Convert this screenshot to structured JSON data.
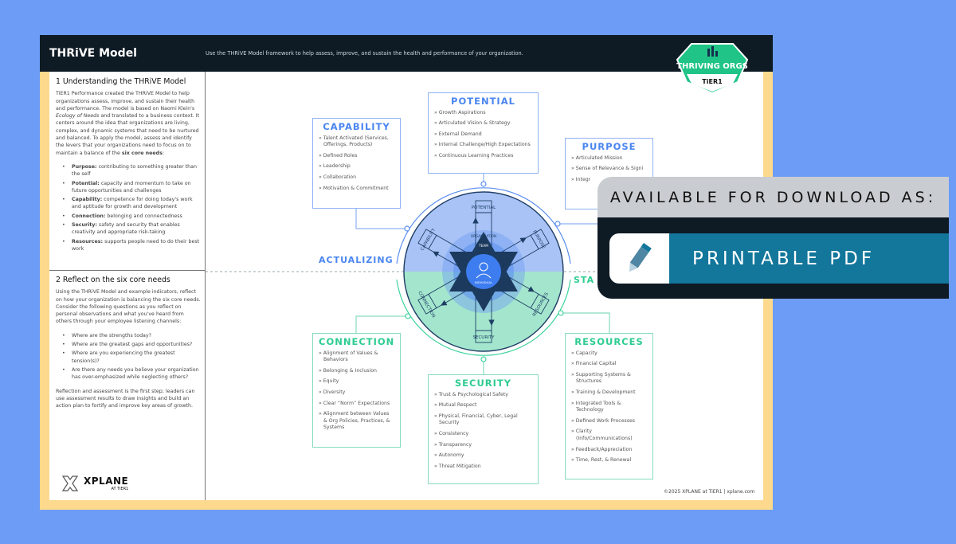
{
  "header": {
    "title": "THRiVE Model",
    "subtitle": "Use the THRiVE Model framework to help assess, improve, and sustain the health and performance of your organization."
  },
  "badge": {
    "line1": "THRIVING ORGS",
    "line2": "TiER1"
  },
  "section1": {
    "heading": "1   Understanding the THRiVE Model",
    "intro_a": "TiER1 Performance created the THRiVE Model to help organizations assess, improve, and sustain their health and performance. The model is based on Naomi Klein's ",
    "intro_em": "Ecology of Needs",
    "intro_b": " and translated to a business context. It centers around the idea that organizations are living, complex, and dynamic systems that need to be nurtured and balanced. To apply the model, assess and identify the levers that your organizations need to focus on to maintain a balance of the ",
    "intro_strong": "six core needs",
    "intro_c": ":",
    "needs": [
      {
        "term": "Purpose:",
        "desc": " contributing to something greater than the self"
      },
      {
        "term": "Potential:",
        "desc": " capacity and momentum to take on future opportunities and challenges"
      },
      {
        "term": "Capability:",
        "desc": " competence for doing today's work and aptitude for growth and development"
      },
      {
        "term": "Connection:",
        "desc": " belonging and connectedness"
      },
      {
        "term": "Security:",
        "desc": " safety and security that enables creativity and appropriate risk-taking"
      },
      {
        "term": "Resources:",
        "desc": " supports people need to do their best work"
      }
    ]
  },
  "section2": {
    "heading": "2   Reflect on the six core needs",
    "intro": "Using the THRiVE Model and example indicators, reflect on how your organization is balancing the six core needs. Consider the following questions as you reflect on personal observations and what you've heard from others through your employee listening channels:",
    "questions": [
      "Where are the strengths today?",
      "Where are the greatest gaps and opportunities?",
      "Where are you experiencing the greatest tension(s)?",
      "Are there any needs you believe your organization has over-emphasized while neglecting others?"
    ],
    "closing": "Reflection and assessment is  the first step; leaders can use assessment results to draw insights and build an action plan to fortify and improve key areas of growth."
  },
  "boxes": {
    "capability": {
      "title": "CAPABILITY",
      "items": [
        "Talent Activated (Services, Offerings, Products)",
        "Defined Roles",
        "Leadership",
        "Collaboration",
        "Motivation & Commitment"
      ]
    },
    "potential": {
      "title": "POTENTIAL",
      "items": [
        "Growth Aspirations",
        "Articulated Vision & Strategy",
        "External Demand",
        "Internal Challenge/High Expectations",
        "Continuous Learning Practices"
      ]
    },
    "purpose": {
      "title": "PURPOSE",
      "items": [
        "Articulated Mission",
        "Sense of Relevance & Signi",
        "Integr"
      ]
    },
    "connection": {
      "title": "CONNECTION",
      "items": [
        "Alignment of Values & Behaviors",
        "Belonging & Inclusion",
        "Equity",
        "Diversity",
        "Clear “Norm” Expectations",
        "Alignment between Values & Org Policies, Practices, & Systems"
      ]
    },
    "security": {
      "title": "SECURITY",
      "items": [
        "Trust & Psychological Safety",
        "Mutual Respect",
        "Physical, Financial, Cyber, Legal Security",
        "Consistency",
        "Transparency",
        "Autonomy",
        "Threat Mitigation"
      ]
    },
    "resources": {
      "title": "RESOURCES",
      "items": [
        "Capacity",
        "Financial Capital",
        "Supporting Systems & Structures",
        "Training & Development",
        "Integrated Tools & Technology",
        "Defined Work Processes",
        "Clarity (Info/Communications)",
        "Feedback/Appreciation",
        "Time, Rest, & Renewal"
      ]
    }
  },
  "diagram": {
    "actualizing": "ACTUALIZING",
    "stabilizing": "STA",
    "axis_labels": {
      "potential": "POTENTIAL",
      "security": "SECURITY",
      "capability": "CAPABILITY",
      "purpose": "PURPOSE",
      "connection": "CONNECTION",
      "resources": "RESOURCES"
    },
    "rings": {
      "organization": "ORGANIZATION",
      "team": "TEAM",
      "individual": "INDIVIDUAL"
    }
  },
  "footer": {
    "logo": "XPLANE",
    "logo_sub": "AT TiER1",
    "copyright": "©2025 XPLANE at TiER1  |  xplane.com"
  },
  "banner": {
    "heading": "AVAILABLE FOR DOWNLOAD AS:",
    "format": "PRINTABLE PDF",
    "icon": "pencil-icon"
  },
  "colors": {
    "background": "#6d9cf6",
    "header": "#0e1a24",
    "frame": "#fcd98c",
    "blue": "#4a86f0",
    "green": "#2ecc92",
    "teal": "#13769b"
  }
}
